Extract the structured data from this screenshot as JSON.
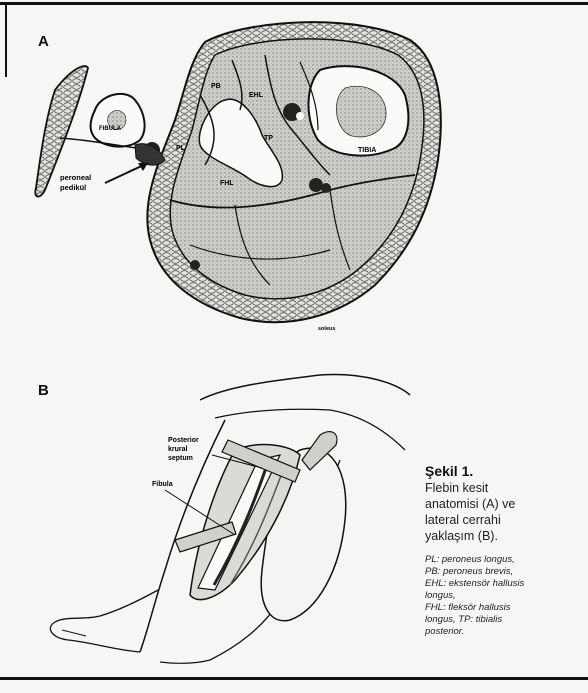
{
  "panels": {
    "a_letter": "A",
    "b_letter": "B"
  },
  "figure_a_labels": {
    "fibula": "FIBULA",
    "pl": "PL",
    "pb": "PB",
    "ehl": "EHL",
    "fhl": "FHL",
    "tp": "TP",
    "tibia": "TIBIA",
    "peroneal_pedicle_line1": "peroneal",
    "peroneal_pedicle_line2": "pedikül",
    "soleus": "soleus"
  },
  "figure_b_labels": {
    "septum_line1": "Posterior",
    "septum_line2": "krural",
    "septum_line3": "septum",
    "fibula": "Fibula"
  },
  "caption": {
    "title": "Şekil 1.",
    "body_lines": [
      "Flebin kesit",
      "anatomisi (A) ve",
      "lateral cerrahi",
      "yaklaşım (B)."
    ],
    "abbr_lines": [
      "PL: peroneus longus,",
      "PB: peroneus brevis,",
      "EHL: ekstensör hallusis",
      "longus,",
      "FHL: fleksör hallusis",
      "longus, TP: tibialis",
      "posterior."
    ]
  }
}
